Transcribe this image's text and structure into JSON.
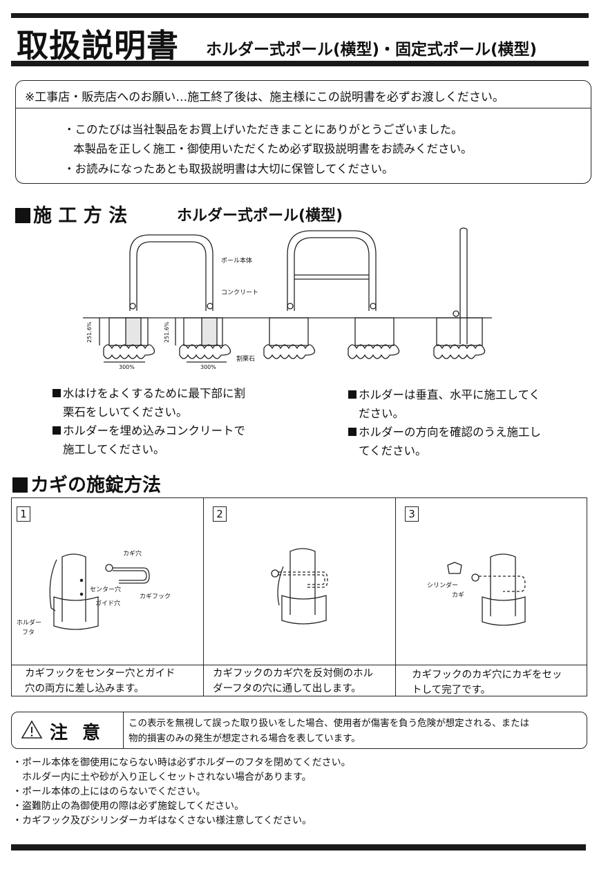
{
  "header": {
    "title": "取扱説明書",
    "subtitle": "ホルダー式ポール(横型)・固定式ポール(横型)"
  },
  "notice": {
    "heading": "※工事店・販売店へのお願い…施工終了後は、施主様にこの説明書を必ずお渡しください。",
    "lines": [
      "・このたびは当社製品をお買上げいただきまことにありがとうございました。",
      "本製品を正しく施工・御使用いただくため必ず取扱説明書をお読みください。",
      "・お読みになったあとも取扱説明書は大切に保管してください。"
    ]
  },
  "installation": {
    "heading": "施 工 方 法",
    "subheading": "ホルダー式ポール(横型)",
    "diagram_labels": {
      "pole_body": "ポール本体",
      "concrete": "コンクリート",
      "gravel": "割栗石",
      "depth": "251.6%",
      "width": "300%"
    },
    "notes_left": [
      [
        "水はけをよくするために最下部に割",
        "栗石をしいてください。"
      ],
      [
        "ホルダーを埋め込みコンクリートで",
        "施工してください。"
      ]
    ],
    "notes_right": [
      [
        "ホルダーは垂直、水平に施工してく",
        "ださい。"
      ],
      [
        "ホルダーの方向を確認のうえ施工し",
        "てください。"
      ]
    ]
  },
  "lock": {
    "heading": "カギの施錠方法",
    "steps": [
      {
        "number": "1",
        "labels": {
          "key_hole": "カギ穴",
          "center_hole": "センター穴",
          "guide_hole": "ガイド穴",
          "key_hook": "カギフック",
          "holder_lid_1": "ホルダー",
          "holder_lid_2": "フタ"
        },
        "caption": [
          "カギフックをセンター穴とガイド",
          "穴の両方に差し込みます。"
        ]
      },
      {
        "number": "2",
        "caption": [
          "カギフックのカギ穴を反対側のホル",
          "ダーフタの穴に通して出します。"
        ]
      },
      {
        "number": "3",
        "labels": {
          "cylinder_1": "シリンダー",
          "cylinder_2": "カギ"
        },
        "caption": [
          "カギフックのカギ穴にカギをセッ",
          "トして完了です。"
        ]
      }
    ]
  },
  "caution": {
    "title": "注 意",
    "text": [
      "この表示を無視して誤った取り扱いをした場合、使用者が傷害を負う危険が想定される、または",
      "物的損害のみの発生が想定される場合を表しています。"
    ],
    "items": [
      "・ポール本体を御使用にならない時は必ずホルダーのフタを閉めてください。",
      "　ホルダー内に土や砂が入り正しくセットされない場合があります。",
      "・ポール本体の上にはのらないでください。",
      "・盗難防止の為御使用の際は必ず施錠してください。",
      "・カギフック及びシリンダーカギはなくさない様注意してください。"
    ]
  }
}
